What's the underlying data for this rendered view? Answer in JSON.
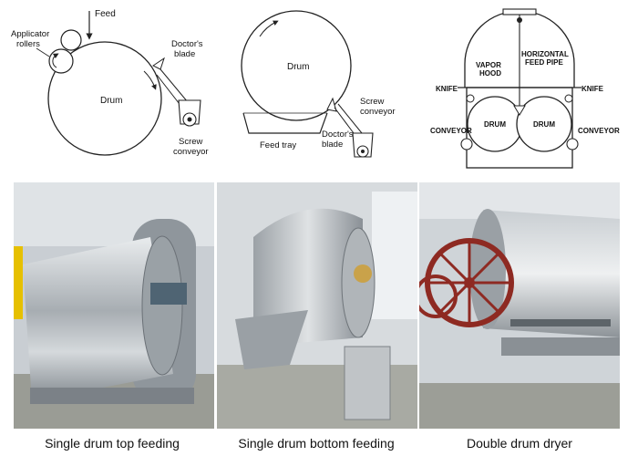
{
  "diagrams": {
    "top": {
      "feed": "Feed",
      "applicator_line1": "Applicator",
      "applicator_line2": "rollers",
      "doctor_line1": "Doctor's",
      "doctor_line2": "blade",
      "drum": "Drum",
      "screw_line1": "Screw",
      "screw_line2": "conveyor"
    },
    "bottom": {
      "drum": "Drum",
      "screw_line1": "Screw",
      "screw_line2": "conveyor",
      "feed_tray": "Feed tray",
      "doctor_line1": "Doctor's",
      "doctor_line2": "blade"
    },
    "double": {
      "vapor_line1": "VAPOR",
      "vapor_line2": "HOOD",
      "pipe_line1": "HORIZONTAL",
      "pipe_line2": "FEED PIPE",
      "knife_left": "KNIFE",
      "knife_right": "KNIFE",
      "drum_left": "DRUM",
      "drum_right": "DRUM",
      "conveyor_left": "CONVEYOR",
      "conveyor_right": "CONVEYOR"
    }
  },
  "captions": {
    "single_top": "Single drum top feeding",
    "single_bottom": "Single drum bottom feeding",
    "double": "Double drum dryer"
  },
  "colors": {
    "line": "#222222",
    "steel": "#b8bec3",
    "wheel_red": "#8e2a22",
    "floor": "#8d8f86"
  }
}
